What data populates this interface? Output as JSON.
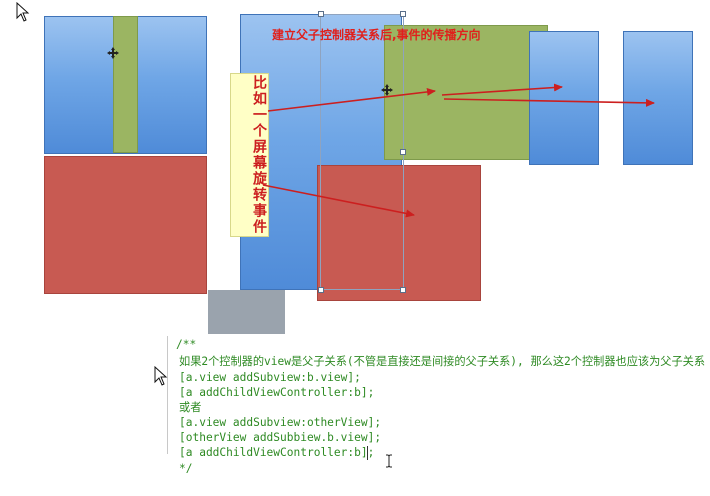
{
  "diagram": {
    "title": "建立父子控制器关系后,事件的传播方向",
    "note": "比如一个屏幕旋转事件"
  },
  "code": {
    "comment_open": "/**",
    "lines": [
      "如果2个控制器的view是父子关系(不管是直接还是间接的父子关系), 那么这2个控制器也应该为父子关系",
      "[a.view addSubview:b.view];",
      "[a addChildViewController:b];",
      "或者",
      "[a.view addSubview:otherView];",
      "[otherView addSubbiew.b.view];",
      "[a addChildViewController:b];"
    ],
    "comment_close": "*/"
  },
  "icons": {
    "cursor": "arrow-cursor-icon",
    "move": "move-cursor-icon",
    "ibeam": "text-cursor-icon"
  },
  "colors": {
    "blue": "#6fa6e6",
    "red": "#c85a52",
    "green": "#9bb562",
    "arrow": "#cc1f1f",
    "code_text": "#2e8a23",
    "note_bg": "#ffffc6"
  }
}
